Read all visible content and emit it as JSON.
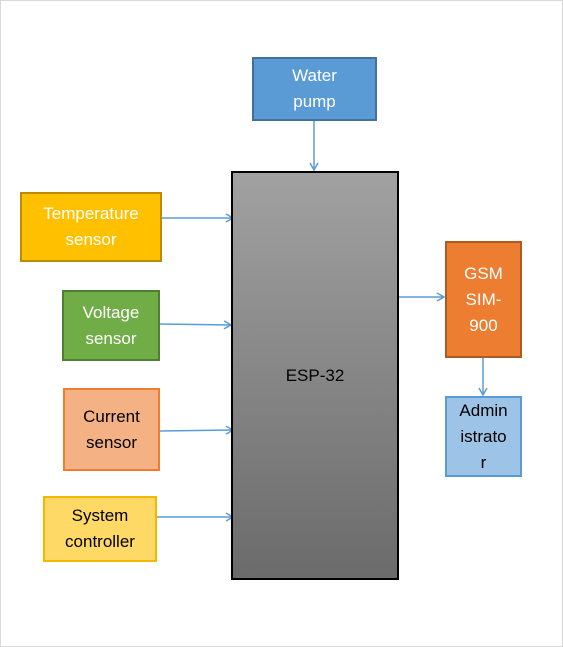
{
  "nodes": {
    "water_pump": "Water\npump",
    "esp32": "ESP-32",
    "temperature_sensor": "Temperature\nsensor",
    "voltage_sensor": "Voltage\nsensor",
    "current_sensor": "Current\nsensor",
    "system_controller": "System\ncontroller",
    "gsm": "GSM\nSIM-\n900",
    "administrator": "Admin\nistrato\nr"
  },
  "colors": {
    "arrow": "#5b9bd5",
    "water_pump": "#5b9bd5",
    "temperature_sensor": "#ffc000",
    "voltage_sensor": "#70ad47",
    "current_sensor": "#f4b183",
    "system_controller": "#ffd966",
    "gsm": "#ed7d31",
    "administrator": "#9dc3e6",
    "esp32_top": "#a1a1a1",
    "esp32_bottom": "#6b6b6b"
  },
  "edges": [
    {
      "from": "water_pump",
      "to": "esp32"
    },
    {
      "from": "temperature_sensor",
      "to": "esp32"
    },
    {
      "from": "voltage_sensor",
      "to": "esp32"
    },
    {
      "from": "current_sensor",
      "to": "esp32"
    },
    {
      "from": "system_controller",
      "to": "esp32"
    },
    {
      "from": "esp32",
      "to": "gsm"
    },
    {
      "from": "gsm",
      "to": "administrator"
    }
  ]
}
